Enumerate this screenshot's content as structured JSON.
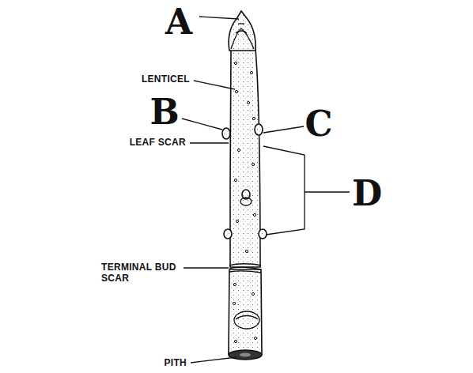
{
  "diagram": {
    "labels": [
      "A",
      "LENTICEL",
      "B",
      "C",
      "LEAF SCAR",
      "D",
      "TERMINAL BUD SCAR",
      "PITH"
    ]
  }
}
